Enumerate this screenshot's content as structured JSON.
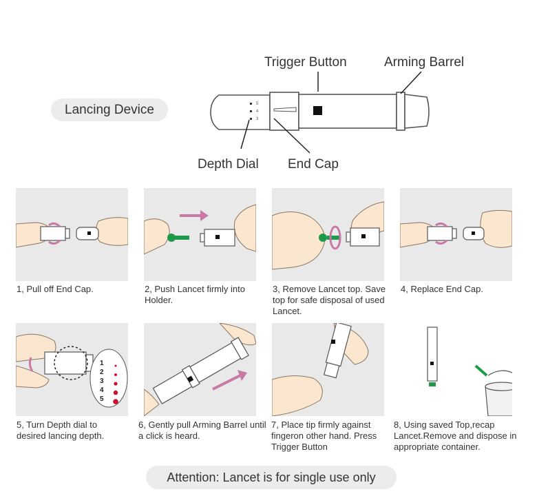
{
  "device": {
    "title": "Lancing Device",
    "labels": {
      "trigger_button": "Trigger Button",
      "arming_barrel": "Arming Barrel",
      "depth_dial": "Depth Dial",
      "end_cap": "End Cap"
    },
    "dial_marks": [
      "5",
      "4",
      "3"
    ]
  },
  "steps": [
    {
      "caption": "1, Pull off End Cap."
    },
    {
      "caption": "2, Push Lancet firmly into Holder."
    },
    {
      "caption": "3, Remove Lancet top. Save top for safe disposal of used Lancet."
    },
    {
      "caption": "4, Replace End Cap."
    },
    {
      "caption": "5, Turn Depth dial to desired lancing depth."
    },
    {
      "caption": "6, Gently pull Arming Barrel until a click is heard."
    },
    {
      "caption": "7, Place tip firmly against fingeron other hand. Press Trigger Button"
    },
    {
      "caption": "8, Using saved Top,recap Lancet.Remove and dispose in appropriate container."
    }
  ],
  "depth_scale": [
    "1",
    "2",
    "3",
    "4",
    "5"
  ],
  "attention": "Attention: Lancet is for single use only",
  "colors": {
    "panel_bg": "#e9e9e9",
    "pill_bg": "#ececec",
    "arrow_pink": "#c879a6",
    "lancet_green": "#1f9a4b",
    "blood_red": "#c8102e",
    "skin": "#fbe6cf",
    "skin_outline": "#8a7560"
  }
}
